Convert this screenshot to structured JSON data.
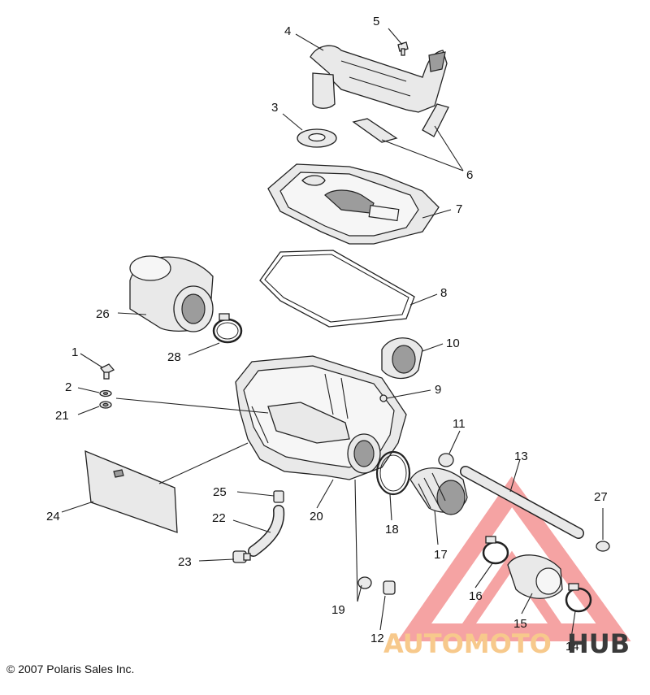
{
  "callouts": [
    "1",
    "2",
    "3",
    "4",
    "5",
    "6",
    "7",
    "8",
    "9",
    "10",
    "11",
    "12",
    "13",
    "14",
    "15",
    "16",
    "17",
    "18",
    "19",
    "20",
    "21",
    "22",
    "23",
    "24",
    "25",
    "26",
    "27",
    "28"
  ],
  "copyright": "© 2007 Polaris Sales Inc.",
  "watermark": {
    "part_a": "AUTOMOTO",
    "part_b": "HUB",
    "colors": {
      "triangle": "#f5a3a3",
      "part_a": "#f7c98c",
      "part_b": "#3a3a3a"
    }
  }
}
